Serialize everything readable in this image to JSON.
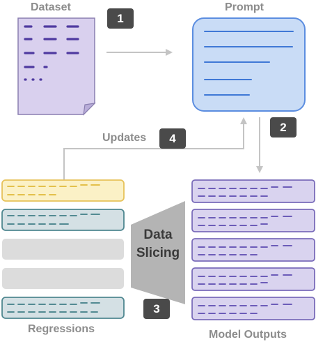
{
  "labels": {
    "dataset": "Dataset",
    "prompt": "Prompt",
    "updates": "Updates",
    "regressions": "Regressions",
    "model_outputs": "Model Outputs"
  },
  "badges": {
    "step1": "1",
    "step2": "2",
    "step3": "3",
    "step4": "4"
  },
  "data_slicing": {
    "line1": "Data",
    "line2": "Slicing"
  },
  "colors": {
    "label_gray": "#8c8c8c",
    "badge_bg": "#4a4a4a",
    "dataset_fill": "#d9d0ee",
    "dataset_stroke": "#8a7fb0",
    "dataset_dash": "#4f3aa0",
    "prompt_fill": "#c9dcf6",
    "prompt_stroke": "#5b8de0",
    "prompt_line": "#3f78d6",
    "output_fill": "#d9d3ef",
    "output_stroke": "#7a6cba",
    "output_dash": "#5d4bb0",
    "reg_yellow_fill": "#fbf1c6",
    "reg_yellow_stroke": "#e7c25a",
    "reg_yellow_dash": "#e0b93a",
    "reg_teal_fill": "#d4e0e4",
    "reg_teal_stroke": "#4f8790",
    "reg_teal_dash": "#3f7d86",
    "reg_gray_fill": "#dcdcdc",
    "funnel_fill": "#b4b4b4",
    "arrow_gray": "#c4c4c4"
  }
}
